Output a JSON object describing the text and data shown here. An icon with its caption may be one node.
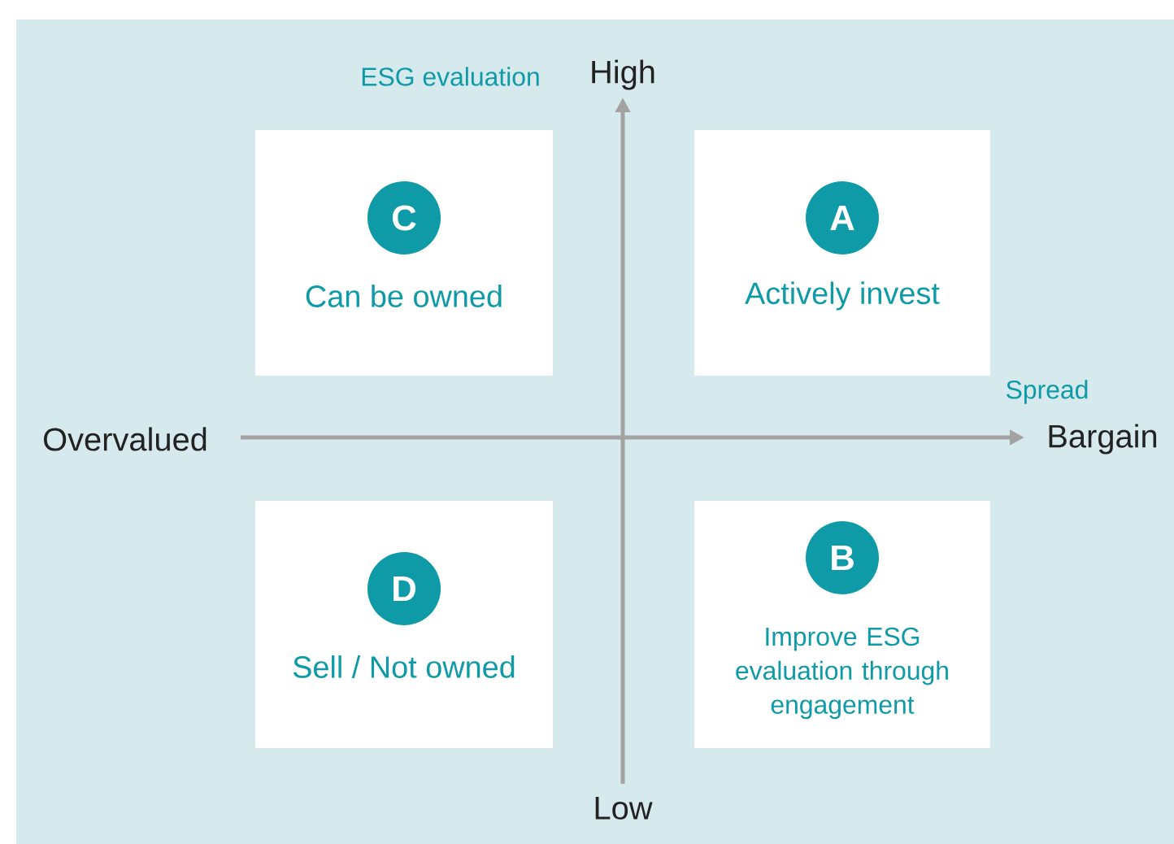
{
  "diagram": {
    "nodes": [
      {
        "text": [
          "Can be owned"
        ]
      },
      {
        "text": [
          "C"
        ],
        "in": 0
      },
      {
        "text": [
          "Actively invest"
        ]
      },
      {
        "text": [
          "A"
        ],
        "in": 2
      },
      {
        "text": [
          "Sell / Not owned"
        ]
      },
      {
        "text": [
          "D"
        ],
        "in": 4
      },
      {
        "text": [
          "Improve ESG evaluation through engagement"
        ]
      },
      {
        "text": [
          "B"
        ],
        "in": 6
      }
    ],
    "edges": [],
    "labels": [
      "ESG evaluation",
      "High",
      "Spread",
      "Overvalued",
      "Bargain",
      "Low"
    ]
  }
}
